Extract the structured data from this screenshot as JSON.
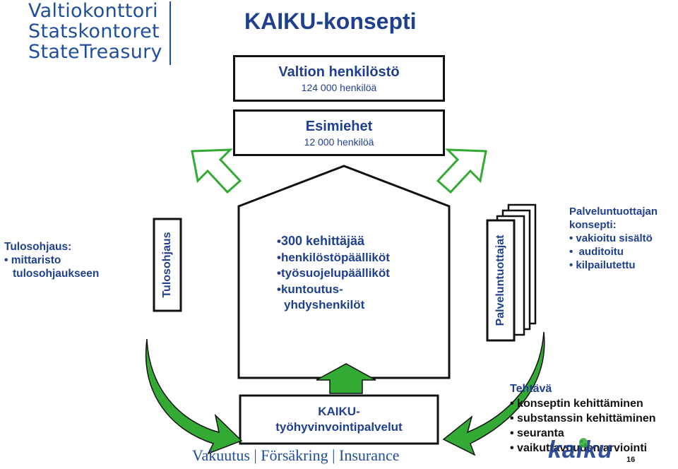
{
  "logo": {
    "line1": "Valtiokonttori",
    "line2": "Statskontoret",
    "line3": "StateTreasury"
  },
  "title": "KAIKU-konsepti",
  "top_box": {
    "heading": "Valtion henkilöstö",
    "sub": "124 000 henkilöä"
  },
  "second_box": {
    "heading": "Esimiehet",
    "sub": "12 000 henkilöä"
  },
  "left_note": {
    "heading": "Tulosohjaus:",
    "bullet": "mittaristo",
    "continuation": "tulosohjaukseen"
  },
  "left_box_label": "Tulosohjaus",
  "center_items": [
    "300 kehittäjää",
    "henkilöstöpäälliköt",
    "työsuojelupäälliköt",
    "kuntoutus-"
  ],
  "center_continuation": "yhdyshenkilöt",
  "right_box_label": "Palveluntuottajat",
  "right_note": {
    "heading1": "Palveluntuottajan",
    "heading2": "konsepti:",
    "bullets": [
      "vakioitu sisältö",
      "auditoitu",
      "kilpailutettu"
    ]
  },
  "bottom_box": {
    "line1": "KAIKU-",
    "line2": "työhyvinvointipalvelut"
  },
  "footer_brand": "Vakuutus | Försäkring | Insurance",
  "tasks": {
    "heading": "Tehtävä",
    "items": [
      "konseptin kehittäminen",
      "substanssin kehittäminen",
      "seuranta",
      "vaikuttavuuden arviointi"
    ]
  },
  "kaiku_logo": "kaiku",
  "page_number": "16",
  "colors": {
    "green": "#33aa33",
    "navy": "#1f3f8f",
    "border": "#111111"
  }
}
